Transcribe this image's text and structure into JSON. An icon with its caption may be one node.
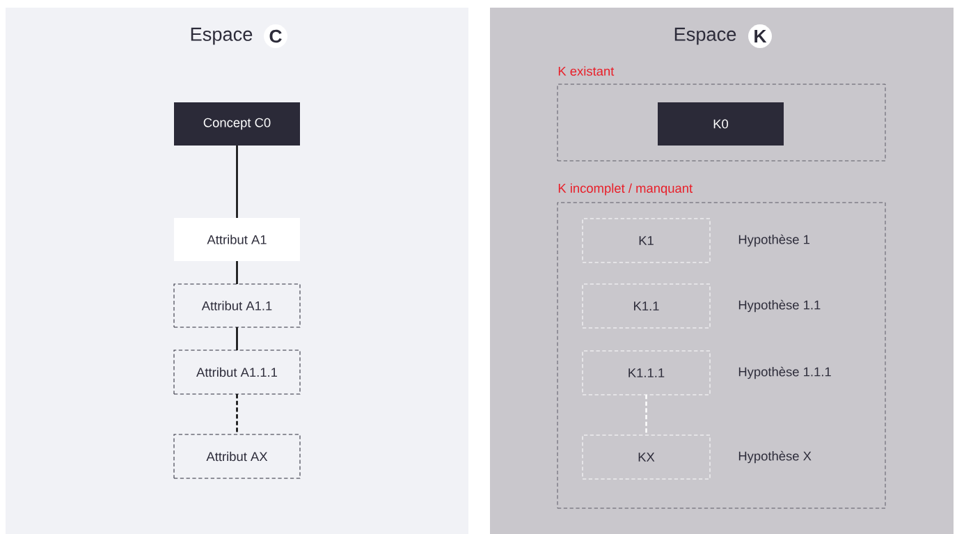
{
  "diagram": {
    "nodes": [
      {
        "text": [
          "Espace",
          "C"
        ]
      },
      {
        "text": [
          "Concept C0"
        ],
        "in": 0
      },
      {
        "text": [
          "Attribut A1"
        ],
        "in": 0
      },
      {
        "text": [
          "Attribut A1.1"
        ],
        "in": 0
      },
      {
        "text": [
          "Attribut A1.1.1"
        ],
        "in": 0
      },
      {
        "text": [
          "Attribut AX"
        ],
        "in": 0
      },
      {
        "text": [
          "Espace",
          "K"
        ]
      },
      {
        "text": [
          "K existant"
        ],
        "in": 6
      },
      {
        "text": [
          "K0"
        ],
        "in": 7
      },
      {
        "text": [
          "K incomplet / manquant"
        ],
        "in": 6
      },
      {
        "text": [
          "K1"
        ],
        "in": 9,
        "beside": [
          "Hypothèse 1"
        ]
      },
      {
        "text": [
          "K1.1"
        ],
        "in": 9,
        "beside": [
          "Hypothèse 1.1"
        ]
      },
      {
        "text": [
          "K1.1.1"
        ],
        "in": 9,
        "beside": [
          "Hypothèse 1.1.1"
        ]
      },
      {
        "text": [
          "KX"
        ],
        "in": 9,
        "beside": [
          "Hypothèse X"
        ]
      }
    ],
    "edges": [
      {
        "from": 1,
        "to": 2,
        "arrow": "none"
      },
      {
        "from": 2,
        "to": 3,
        "arrow": "none"
      },
      {
        "from": 3,
        "to": 4,
        "arrow": "none"
      },
      {
        "from": 4,
        "to": 5,
        "arrow": "none",
        "style": "dashed"
      },
      {
        "from": 12,
        "to": 13,
        "arrow": "none",
        "style": "dashed",
        "color": "#ffffff"
      }
    ]
  }
}
